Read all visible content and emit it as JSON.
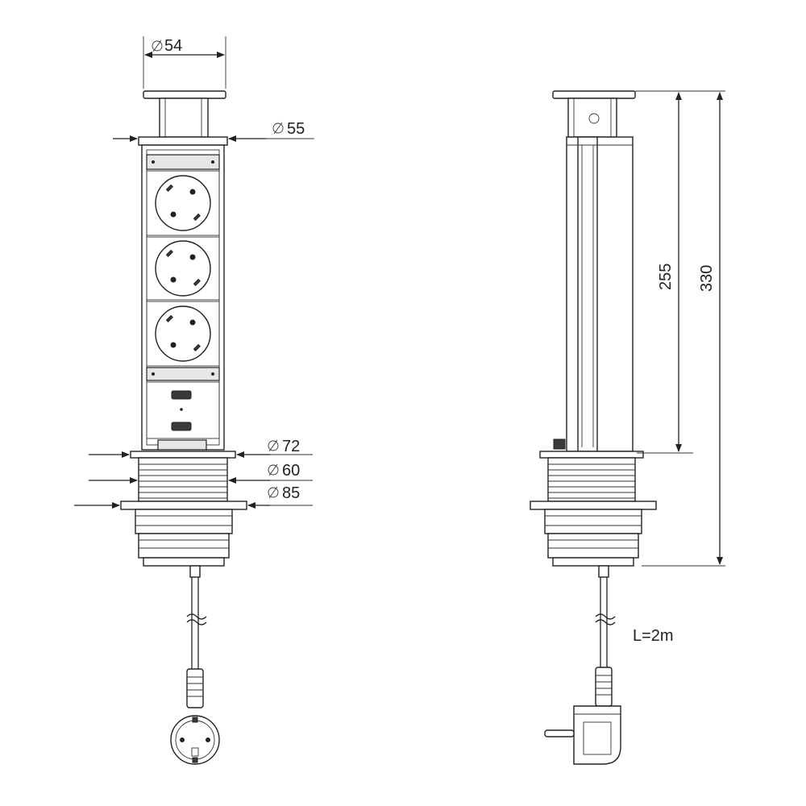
{
  "dimensions": {
    "top_cap_diameter": "54",
    "column_diameter": "55",
    "flange_top_diameter": "72",
    "thread_diameter": "60",
    "flange_bottom_diameter": "85",
    "inner_height": "255",
    "total_height": "330",
    "cable_length": "L=2m"
  },
  "front_view": {
    "schuko_sockets": 3,
    "usb_ports": 2
  },
  "colors": {
    "line": "#222222",
    "background": "#ffffff"
  }
}
